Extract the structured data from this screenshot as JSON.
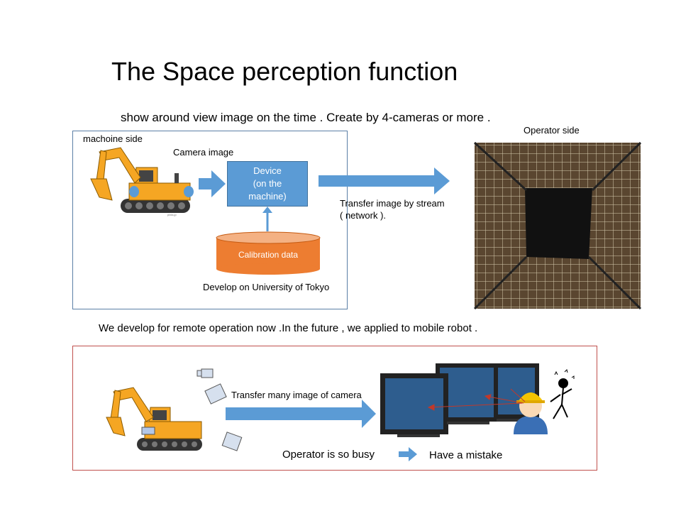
{
  "title": "The Space perception function",
  "subtitle": "show around view image on the time . Create by 4-cameras or more .",
  "top_panel": {
    "machine_side": "machoine side",
    "camera_image": "Camera image",
    "device": [
      "Device",
      "(on the",
      "machine)"
    ],
    "calibration": "Calibration data",
    "develop_note": "Develop on University of Tokyo",
    "transfer": [
      "Transfer image by stream",
      "( network )."
    ]
  },
  "operator_side": "Operator side",
  "middle_text": "We develop for remote operation now .In the future , we  applied to mobile robot .",
  "bottom_panel": {
    "transfer_many": "Transfer many image of camera",
    "operator_busy": "Operator is so busy",
    "mistake": "Have a mistake"
  },
  "colors": {
    "arrow_blue": "#5b9bd5",
    "calibration_orange": "#ed7d31",
    "excavator_yellow": "#f5a623",
    "monitor_screen": "#2e5d8e"
  }
}
